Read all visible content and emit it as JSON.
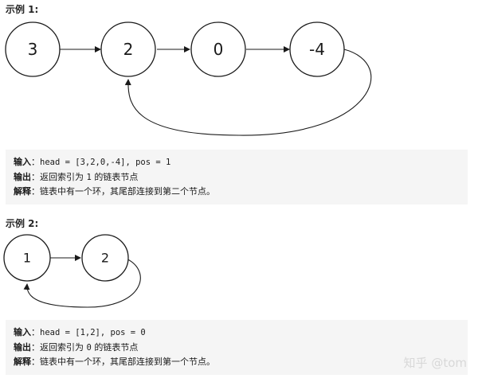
{
  "example1": {
    "heading": "示例 1:",
    "nodes": [
      "3",
      "2",
      "0",
      "-4"
    ],
    "pos": 1,
    "input_label": "输入",
    "input_text": "head = [3,2,0,-4], pos = 1",
    "output_label": "输出",
    "output_before": "返回索引为",
    "output_value": "1",
    "output_after": "的链表节点",
    "explain_label": "解释",
    "explain_text": "链表中有一个环，其尾部连接到第二个节点。"
  },
  "example2": {
    "heading": "示例 2:",
    "nodes": [
      "1",
      "2"
    ],
    "pos": 0,
    "input_label": "输入",
    "input_text": "head = [1,2], pos = 0",
    "output_label": "输出",
    "output_before": "返回索引为",
    "output_value": "0",
    "output_after": "的链表节点",
    "explain_label": "解释",
    "explain_text": "链表中有一个环，其尾部连接到第一个节点。"
  },
  "separator": "：",
  "watermark": "知乎 @tom"
}
